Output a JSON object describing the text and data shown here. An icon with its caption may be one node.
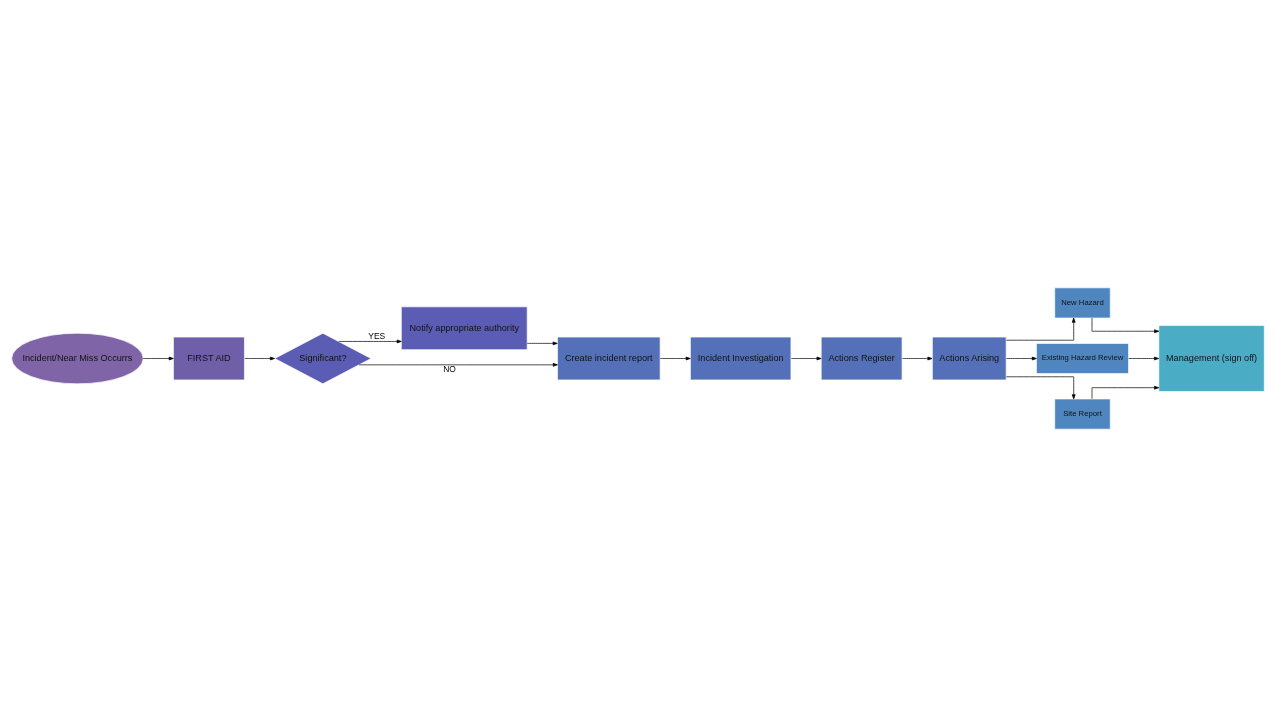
{
  "diagram": {
    "nodes": [
      {
        "text": [
          "Incident/Near Miss Occurrs"
        ]
      },
      {
        "text": [
          "FIRST AID"
        ]
      },
      {
        "text": [
          "Significant?"
        ]
      },
      {
        "text": [
          "Notify appropriate authority"
        ]
      },
      {
        "text": [
          "Create incident report"
        ]
      },
      {
        "text": [
          "Incident Investigation"
        ]
      },
      {
        "text": [
          "Actions Register"
        ]
      },
      {
        "text": [
          "Actions Arising"
        ]
      },
      {
        "text": [
          "New Hazard"
        ]
      },
      {
        "text": [
          "Existing Hazard Review"
        ]
      },
      {
        "text": [
          "Site Report"
        ]
      },
      {
        "text": [
          "Management (sign off)"
        ]
      }
    ],
    "edges": [
      {
        "from": 0,
        "to": 1,
        "arrow": "to"
      },
      {
        "from": 1,
        "to": 2,
        "arrow": "to"
      },
      {
        "from": 2,
        "to": 3,
        "arrow": "to",
        "label": "YES"
      },
      {
        "from": 2,
        "to": 4,
        "arrow": "to",
        "label": "NO"
      },
      {
        "from": 3,
        "to": 4,
        "arrow": "to"
      },
      {
        "from": 4,
        "to": 5,
        "arrow": "to"
      },
      {
        "from": 5,
        "to": 6,
        "arrow": "to"
      },
      {
        "from": 6,
        "to": 7,
        "arrow": "to"
      },
      {
        "from": 7,
        "to": 8,
        "arrow": "to"
      },
      {
        "from": 7,
        "to": 9,
        "arrow": "to"
      },
      {
        "from": 7,
        "to": 10,
        "arrow": "to"
      },
      {
        "from": 8,
        "to": 11,
        "arrow": "to"
      },
      {
        "from": 9,
        "to": 11,
        "arrow": "to"
      },
      {
        "from": 10,
        "to": 11,
        "arrow": "to"
      }
    ]
  }
}
